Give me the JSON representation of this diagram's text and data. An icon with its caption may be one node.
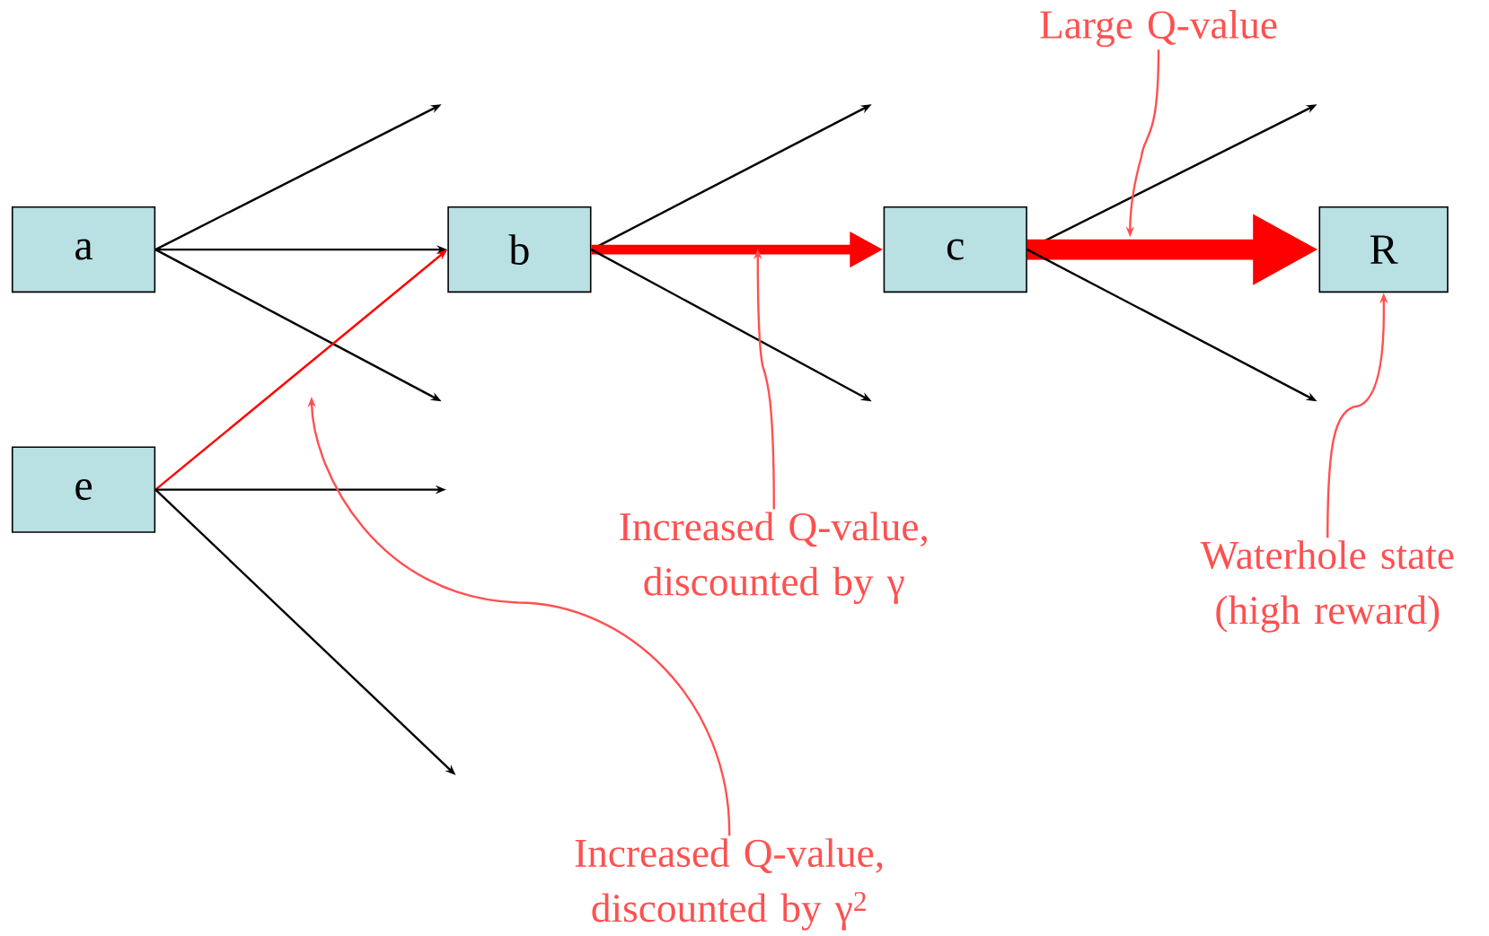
{
  "diagram": {
    "nodes": [
      {
        "text": [
          "a"
        ]
      },
      {
        "text": [
          "b"
        ]
      },
      {
        "text": [
          "c"
        ]
      },
      {
        "text": [
          "R"
        ]
      },
      {
        "text": [
          "e"
        ]
      },
      {
        "text": [
          "Large Q-value"
        ]
      },
      {
        "text": [
          "Increased Q-value, discounted by γ"
        ]
      },
      {
        "text": [
          "Waterhole state (high reward)"
        ]
      },
      {
        "text": [
          "Increased Q-value, discounted by γ$^{2}$"
        ]
      }
    ],
    "edges": [
      {
        "from": 0,
        "to": null,
        "arrow": "to"
      },
      {
        "from": 0,
        "to": 1,
        "arrow": "to"
      },
      {
        "from": 0,
        "to": null,
        "arrow": "to"
      },
      {
        "from": 4,
        "to": 1,
        "arrow": "to",
        "color": "#ff0000"
      },
      {
        "from": 4,
        "to": null,
        "arrow": "to"
      },
      {
        "from": 4,
        "to": null,
        "arrow": "to"
      },
      {
        "from": 1,
        "to": null,
        "arrow": "to"
      },
      {
        "from": 1,
        "to": 2,
        "arrow": "to",
        "style": "thick",
        "color": "#ff0000"
      },
      {
        "from": 1,
        "to": null,
        "arrow": "to"
      },
      {
        "from": 2,
        "to": null,
        "arrow": "to"
      },
      {
        "from": 2,
        "to": 3,
        "arrow": "to",
        "style": "thick",
        "color": "#ff0000"
      },
      {
        "from": 2,
        "to": null,
        "arrow": "to"
      },
      {
        "from": 5,
        "to": null,
        "arrow": "to",
        "color": "#ff5050"
      },
      {
        "from": 6,
        "to": null,
        "arrow": "to",
        "color": "#ff5050"
      },
      {
        "from": 7,
        "to": 3,
        "arrow": "to",
        "color": "#ff5050"
      },
      {
        "from": 8,
        "to": null,
        "arrow": "to",
        "color": "#ff5050"
      }
    ]
  }
}
